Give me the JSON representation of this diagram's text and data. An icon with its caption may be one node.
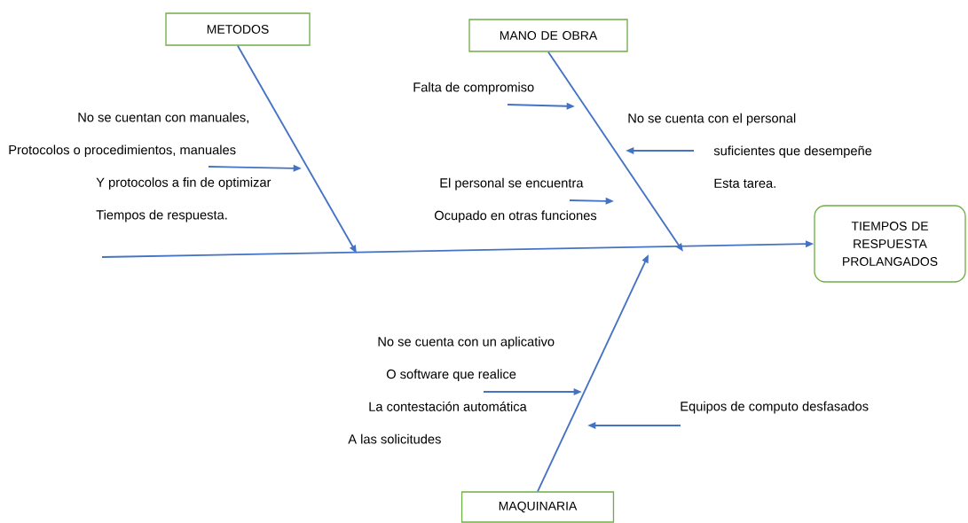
{
  "diagram": {
    "nodes": [
      {
        "text": [
          "METODOS"
        ]
      },
      {
        "text": [
          "MANO DE OBRA"
        ]
      },
      {
        "text": [
          "TIEMPOS DE RESPUESTA PROLANGADOS"
        ]
      },
      {
        "text": [
          "MAQUINARIA"
        ]
      },
      {
        "text": [
          "No se cuentan con manuales,",
          "Protocolos o procedimientos, manuales",
          "Y protocolos a fin de optimizar",
          "Tiempos de respuesta."
        ]
      },
      {
        "text": [
          "Falta de compromiso"
        ]
      },
      {
        "text": [
          "No se cuenta con el personal",
          "suficientes que desempeñe",
          "Esta tarea."
        ]
      },
      {
        "text": [
          "El personal se encuentra",
          "Ocupado en otras funciones"
        ]
      },
      {
        "text": [
          "No se cuenta con un aplicativo",
          "O software que realice",
          "La contestación automática",
          "A las solicitudes"
        ]
      },
      {
        "text": [
          "Equipos de computo desfasados"
        ]
      }
    ],
    "edges": [
      {
        "from": null,
        "to": 2,
        "arrow": "to"
      },
      {
        "from": 0,
        "to": null,
        "arrow": "to"
      },
      {
        "from": 1,
        "to": null,
        "arrow": "to"
      },
      {
        "from": 3,
        "to": null,
        "arrow": "to"
      },
      {
        "from": 4,
        "to": null,
        "arrow": "to"
      },
      {
        "from": 5,
        "to": null,
        "arrow": "to"
      },
      {
        "from": 6,
        "to": null,
        "arrow": "to"
      },
      {
        "from": 7,
        "to": null,
        "arrow": "to"
      },
      {
        "from": 8,
        "to": null,
        "arrow": "to"
      },
      {
        "from": 9,
        "to": null,
        "arrow": "to"
      }
    ]
  }
}
